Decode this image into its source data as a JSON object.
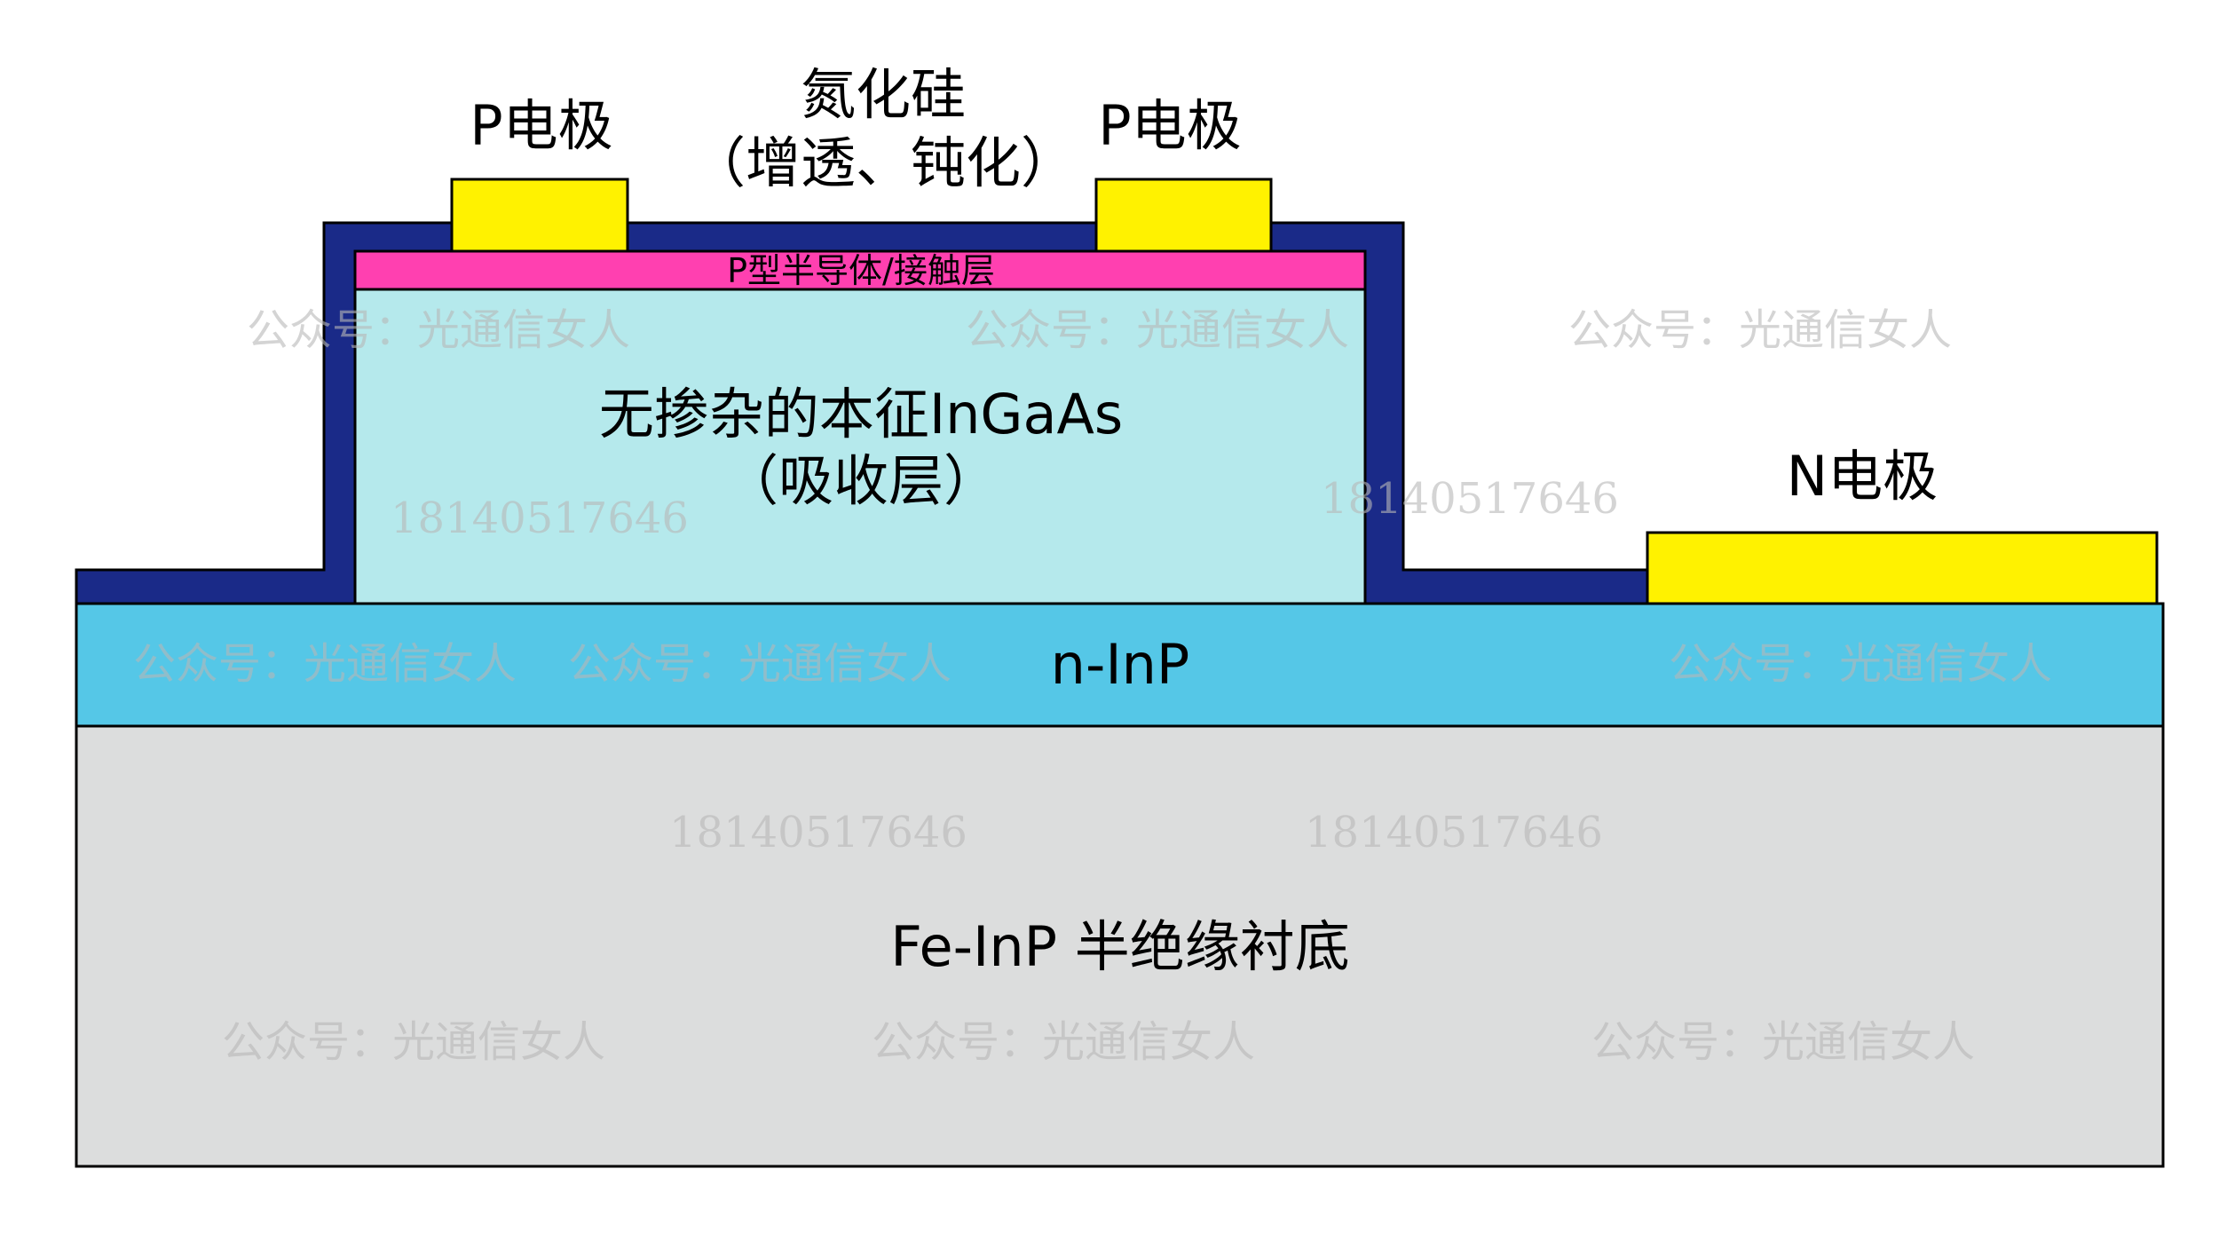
{
  "colors": {
    "nitride": "#1a2a88",
    "p_contact": "#ff40b0",
    "ingaas": "#b5e9ec",
    "n_inp": "#55c7e7",
    "substrate": "#dcdddd",
    "electrode": "#fff200"
  },
  "labels": {
    "p_electrode_left": "P电极",
    "p_electrode_right": "P电极",
    "nitride_line1": "氮化硅",
    "nitride_line2": "（增透、钝化）",
    "p_contact": "P型半导体/接触层",
    "ingaas_line1": "无掺杂的本征InGaAs",
    "ingaas_line2": "（吸收层）",
    "n_electrode": "N电极",
    "n_inp": "n-InP",
    "substrate": "Fe-InP 半绝缘衬底"
  },
  "watermarks": {
    "account": "公众号：光通信女人",
    "phone": "18140517646"
  }
}
